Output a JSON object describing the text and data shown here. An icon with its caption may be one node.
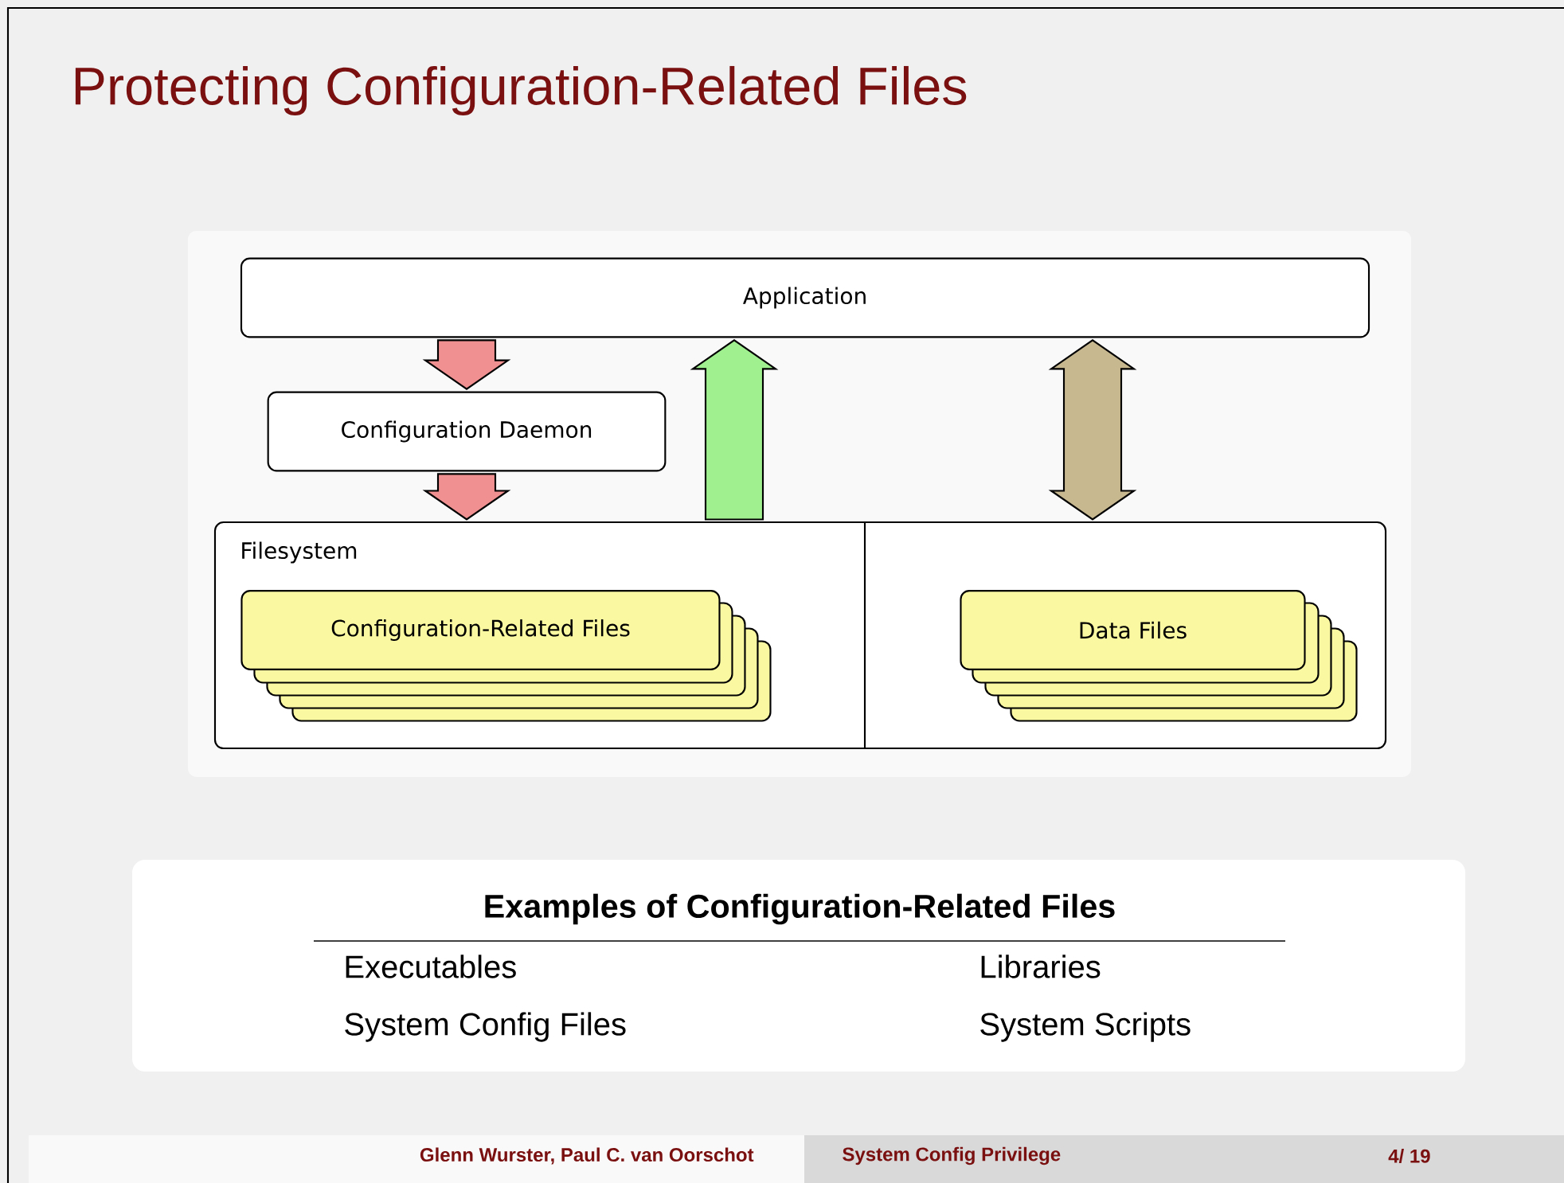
{
  "diagram": {
    "title": "Protecting Configuration-Related Files",
    "nodes": [
      {
        "text": [
          "Application"
        ]
      },
      {
        "text": [
          "Configuration Daemon"
        ]
      },
      {
        "text": [
          "Filesystem"
        ]
      },
      {
        "text": [
          "Configuration-Related Files"
        ],
        "in": 2
      },
      {
        "text": [
          "Data Files"
        ],
        "in": 2
      }
    ],
    "edges": [
      {
        "from": 0,
        "to": 1,
        "arrow": "to"
      },
      {
        "from": 1,
        "to": 2,
        "arrow": "to"
      },
      {
        "from": 2,
        "to": 0,
        "arrow": "to",
        "color": "#a0f090"
      },
      {
        "from": 0,
        "to": 2,
        "arrow": "both",
        "color": "#c8b890"
      }
    ],
    "labels": [
      "Examples of Configuration-Related Files",
      "Executables",
      "Libraries",
      "System Config Files",
      "System Scripts",
      "Glenn Wurster, Paul C. van Oorschot",
      "System Config Privilege",
      "4/ 19"
    ]
  }
}
